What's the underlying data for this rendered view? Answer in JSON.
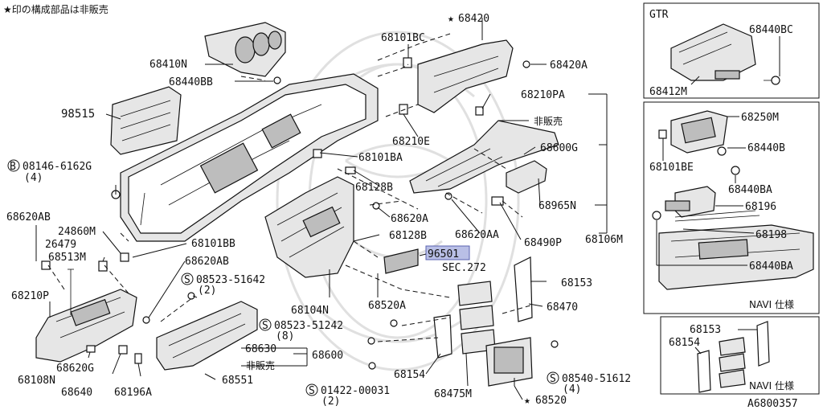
{
  "header": {
    "note": "★印の構成部品は非販売"
  },
  "footer": {
    "drawing_id": "A6800357"
  },
  "labels": {
    "p68410N": "68410N",
    "p68440BB": "68440BB",
    "p98515": "98515",
    "p08146": "08146-6162G",
    "p08146_qty": "(4)",
    "p68620AB_a": "68620AB",
    "p24860M": "24860M",
    "p26479": "26479",
    "p68513M": "68513M",
    "p68101BB": "68101BB",
    "p68620AB_b": "68620AB",
    "p68210P": "68210P",
    "p68108N": "68108N",
    "p68620G": "68620G",
    "p68640": "68640",
    "p68196A": "68196A",
    "p08523_51642": "08523-51642",
    "p08523_51642_qty": "(2)",
    "p08523_51242": "08523-51242",
    "p08523_51242_qty": "(8)",
    "p68630": "68630",
    "p68600": "68600",
    "p_not_sold_low": "非販売",
    "p68551": "68551",
    "p01422": "01422-00031",
    "p01422_qty": "(2)",
    "p68101BC": "68101BC",
    "p68420": "68420",
    "p68420A": "68420A",
    "p68210PA": "68210PA",
    "p_not_sold_mid": "非販売",
    "p68210E": "68210E",
    "p68101BA": "68101BA",
    "p68600G": "68600G",
    "p68128B_a": "68128B",
    "p68620A": "68620A",
    "p68965N": "68965N",
    "p68128B_b": "68128B",
    "p68620AA": "68620AA",
    "p68490P": "68490P",
    "p68106M": "68106M",
    "p96501": "96501",
    "p_sec272": "SEC.272",
    "p68104N": "68104N",
    "p68520A": "68520A",
    "p68153": "68153",
    "p68470": "68470",
    "p68154": "68154",
    "p68475M": "68475M",
    "p68520": "68520",
    "p08540": "08540-51612",
    "p08540_qty": "(4)"
  },
  "panel_gtr": {
    "title": "GTR",
    "p68440BC": "68440BC",
    "p68412M": "68412M"
  },
  "panel_navi": {
    "p68250M": "68250M",
    "p68101BE": "68101BE",
    "p68440B": "68440B",
    "p68440BA_a": "68440BA",
    "p68196": "68196",
    "p68198": "68198",
    "p68440BA_b": "68440BA",
    "caption": "NAVI 仕様"
  },
  "panel_navi2": {
    "p68153": "68153",
    "p68154": "68154",
    "caption": "NAVI 仕様"
  }
}
